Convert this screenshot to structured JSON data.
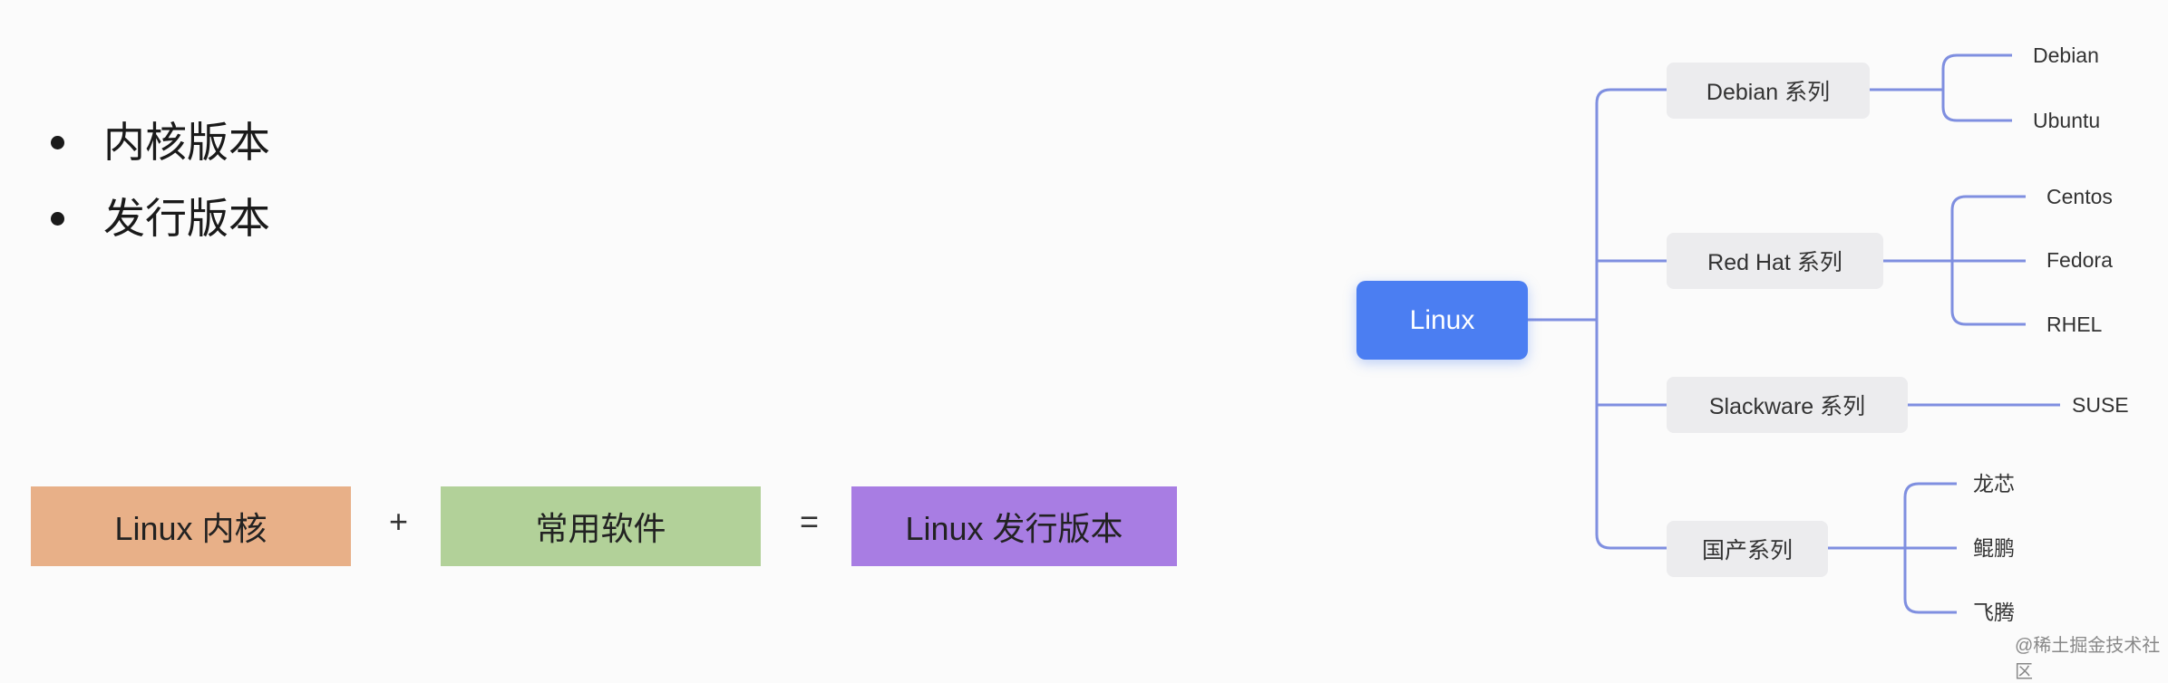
{
  "bullets": [
    "内核版本",
    "发行版本"
  ],
  "equation": {
    "kernel": {
      "label": "Linux 内核",
      "color": "#e8b088"
    },
    "plus": "+",
    "software": {
      "label": "常用软件",
      "color": "#b2d199"
    },
    "equals": "=",
    "distro": {
      "label": "Linux 发行版本",
      "color": "#a87de3"
    }
  },
  "mindmap": {
    "root": "Linux",
    "line_color": "#7f8fe0",
    "root_color": "#4b7ef2",
    "categories": [
      {
        "label": "Debian 系列",
        "children": [
          "Debian",
          "Ubuntu"
        ]
      },
      {
        "label": "Red Hat 系列",
        "children": [
          "Centos",
          "Fedora",
          "RHEL"
        ]
      },
      {
        "label": "Slackware 系列",
        "children": [
          "SUSE"
        ]
      },
      {
        "label": "国产系列",
        "children": [
          "龙芯",
          "鲲鹏",
          "飞腾"
        ]
      }
    ]
  },
  "watermark": "@稀土掘金技术社区"
}
